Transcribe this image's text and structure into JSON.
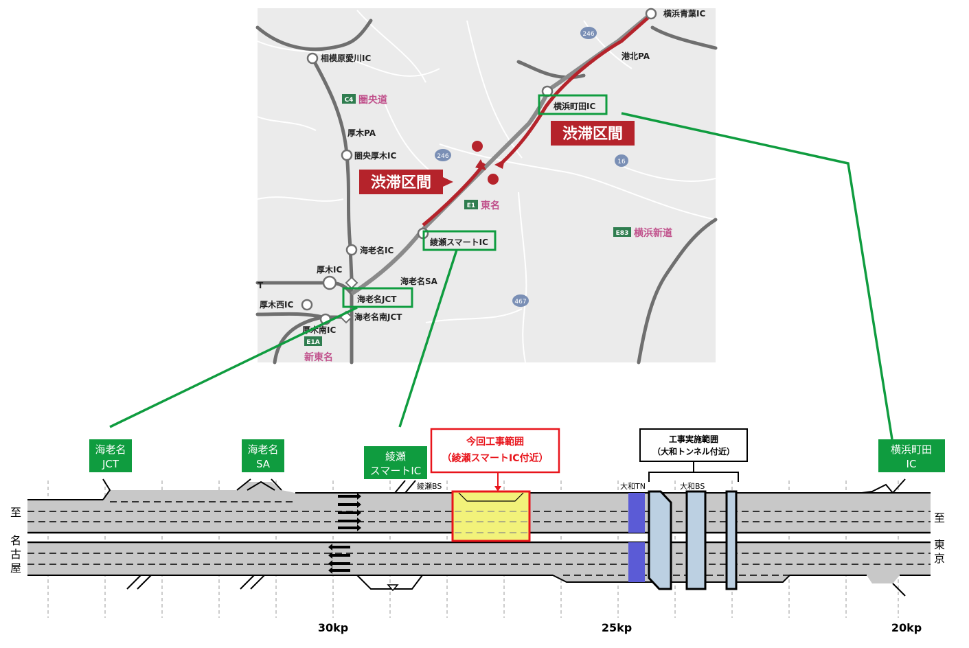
{
  "map": {
    "interchanges": {
      "yokohama_aoba": "横浜青葉IC",
      "kohoku_pa": "港北PA",
      "yokohama_machida": "横浜町田IC",
      "sagamihara_aikawa": "相模原愛川IC",
      "atsugi_pa": "厚木PA",
      "ken_o_atsugi": "圏央厚木IC",
      "ebina_ic": "海老名IC",
      "atsugi_ic": "厚木IC",
      "ebina_sa": "海老名SA",
      "ebina_jct": "海老名JCT",
      "atsugi_nishi": "厚木西IC",
      "atsugi_minami": "厚木南IC",
      "ebina_minami_jct": "海老名南JCT",
      "ayase_smart": "綾瀬スマートIC"
    },
    "roads": {
      "c4_badge": "C4",
      "c4_name": "圏央道",
      "e1_badge": "E1",
      "e1_name": "東名",
      "e83_badge": "E83",
      "e83_name": "横浜新道",
      "e1a_badge": "E1A",
      "e1a_name": "新東名",
      "r246": "246",
      "r16": "16",
      "r467": "467",
      "edge_t": "T"
    },
    "congestion_label_right": "渋滞区間",
    "congestion_label_left": "渋滞区間"
  },
  "schematic": {
    "labels": {
      "ebina_jct": [
        "海老名",
        "JCT"
      ],
      "ebina_sa": [
        "海老名",
        "SA"
      ],
      "ayase": [
        "綾瀬",
        "スマートIC"
      ],
      "yokohama_machida": [
        "横浜町田",
        "IC"
      ]
    },
    "current_work": [
      "今回工事範囲",
      "（綾瀬スマートIC付近）"
    ],
    "work_area": [
      "工事実施範囲",
      "（大和トンネル付近）"
    ],
    "ayase_bs": "綾瀬BS",
    "yamato_tn": "大和TN",
    "yamato_bs": "大和BS",
    "to_nagoya": [
      "至",
      "名",
      "古",
      "屋"
    ],
    "to_tokyo": [
      "至",
      "東",
      "京"
    ],
    "kp_labels": [
      "30kp",
      "25kp",
      "20kp"
    ]
  },
  "colors": {
    "congestion": "#b5232b",
    "green_callout": "#0f9c3f",
    "highlight_fill": "#f2f27a",
    "highlight_border": "#e8141b",
    "tunnel": "#5b5bd6",
    "work_box": "#bcd0e2",
    "road_gray": "#c8c8c8"
  }
}
